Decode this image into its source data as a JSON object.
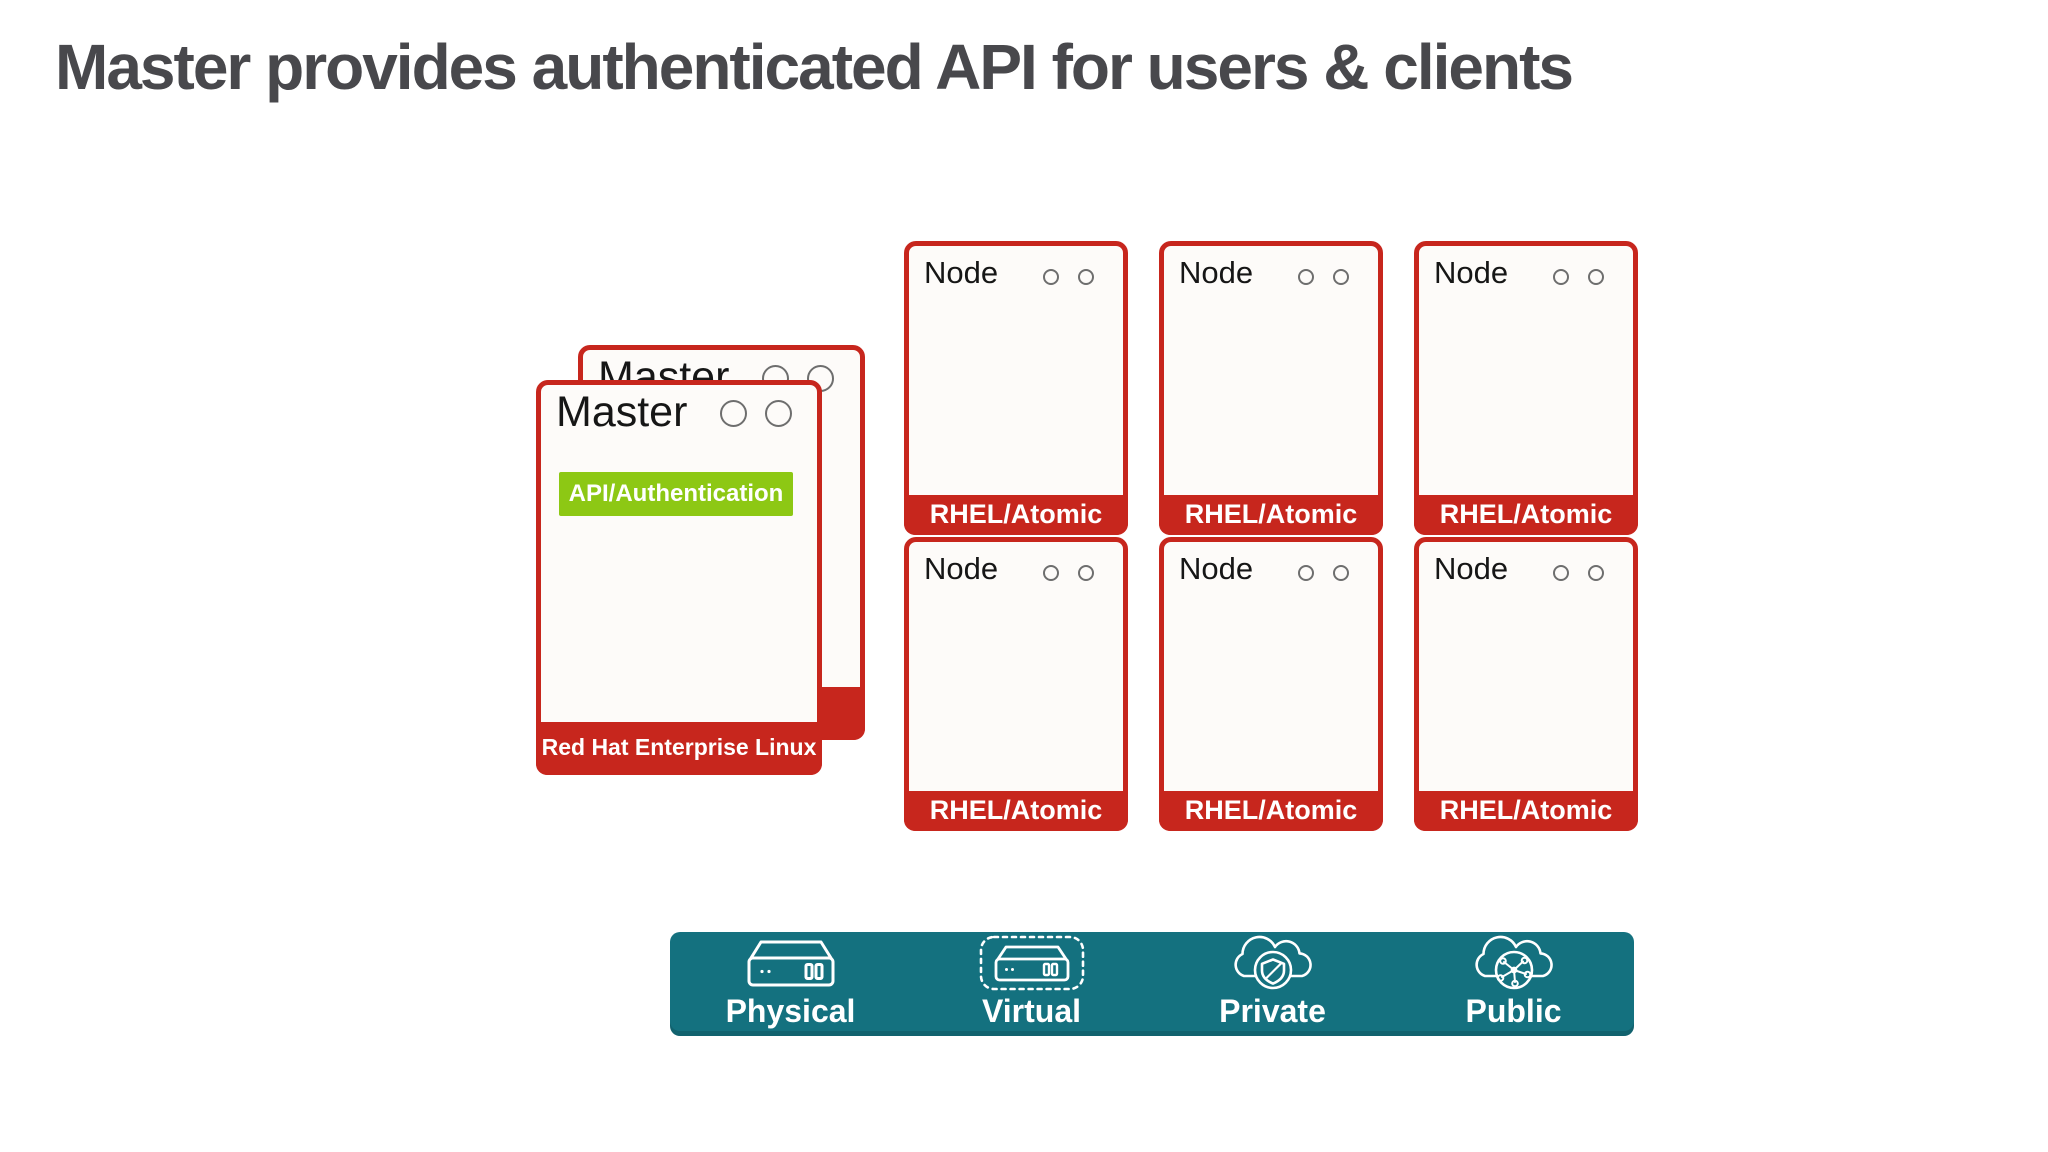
{
  "slide": {
    "title": "Master provides authenticated API for users & clients"
  },
  "colors": {
    "red": "#C7261D",
    "green": "#8DC814",
    "teal": "#14717F",
    "title_text": "#48484C"
  },
  "master_stack": {
    "back_box": {
      "title": "Master"
    },
    "front_box": {
      "title": "Master",
      "api_band": "API/Authentication",
      "footer": "Red Hat Enterprise Linux"
    }
  },
  "nodes": [
    {
      "title": "Node",
      "footer": "RHEL/Atomic"
    },
    {
      "title": "Node",
      "footer": "RHEL/Atomic"
    },
    {
      "title": "Node",
      "footer": "RHEL/Atomic"
    },
    {
      "title": "Node",
      "footer": "RHEL/Atomic"
    },
    {
      "title": "Node",
      "footer": "RHEL/Atomic"
    },
    {
      "title": "Node",
      "footer": "RHEL/Atomic"
    }
  ],
  "infrastructure_bar": {
    "items": [
      {
        "label": "Physical",
        "icon": "physical-server-icon"
      },
      {
        "label": "Virtual",
        "icon": "virtual-server-icon"
      },
      {
        "label": "Private",
        "icon": "private-cloud-icon"
      },
      {
        "label": "Public",
        "icon": "public-cloud-icon"
      }
    ]
  }
}
